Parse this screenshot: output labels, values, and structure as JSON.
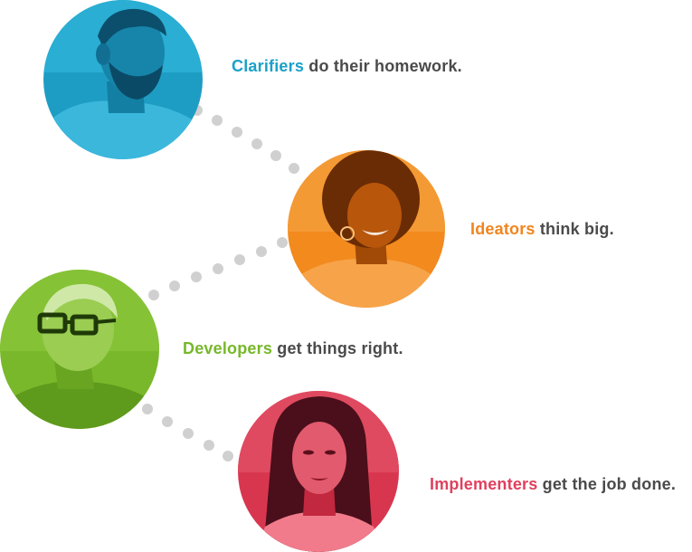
{
  "colors": {
    "clarifier": "#1aa1c8",
    "ideator": "#f0851f",
    "developer": "#77b829",
    "implementer": "#e0405e",
    "text": "#4a4a4a",
    "dots": "#d0d0d0"
  },
  "profiles": [
    {
      "id": "clarifiers",
      "role": "Clarifiers",
      "rest": " do their homework.",
      "icon": "person-portrait-icon"
    },
    {
      "id": "ideators",
      "role": "Ideators",
      "rest": " think big.",
      "icon": "person-portrait-icon"
    },
    {
      "id": "developers",
      "role": "Developers",
      "rest": " get things right.",
      "icon": "person-portrait-icon"
    },
    {
      "id": "implementers",
      "role": "Implementers",
      "rest": " get the job done.",
      "icon": "person-portrait-icon"
    }
  ]
}
